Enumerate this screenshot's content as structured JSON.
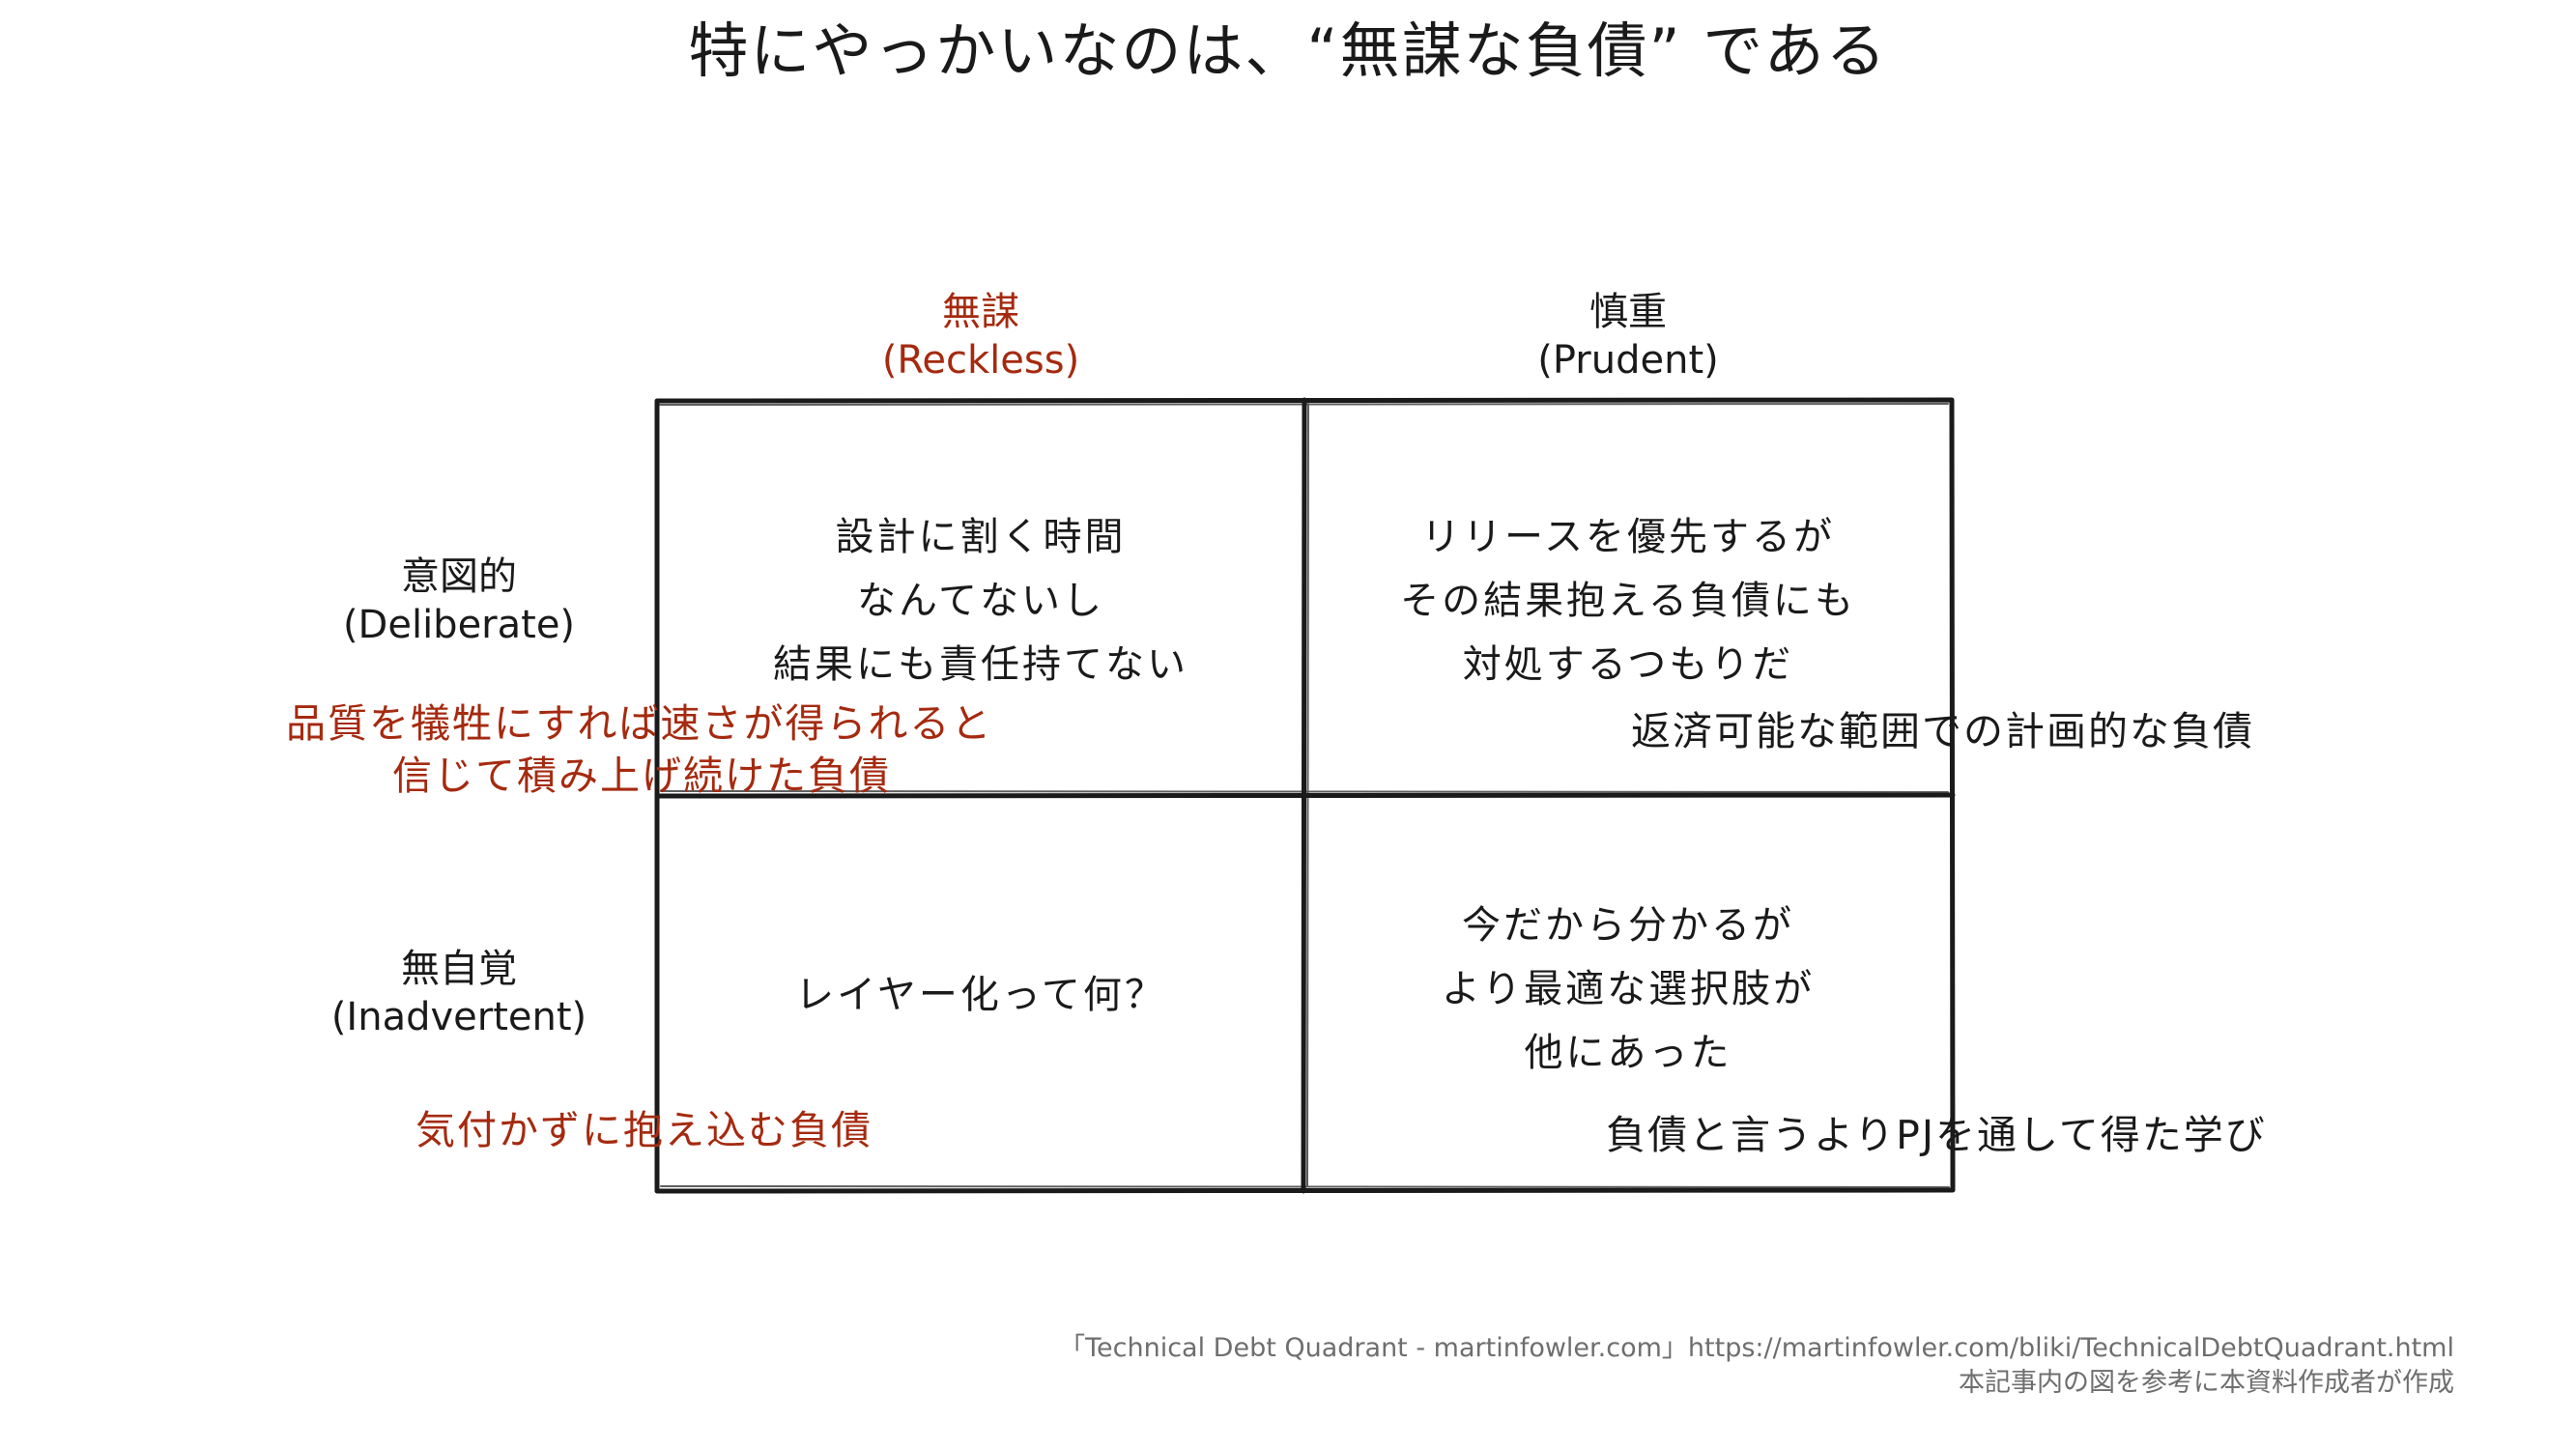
{
  "title": "特にやっかいなのは、“無謀な負債” である",
  "columns": {
    "reckless": {
      "label": "無謀",
      "sub": "(Reckless)",
      "color": "#a52a0f"
    },
    "prudent": {
      "label": "慎重",
      "sub": "(Prudent)"
    }
  },
  "rows": {
    "deliberate": {
      "label": "意図的",
      "sub": "(Deliberate)"
    },
    "inadvertent": {
      "label": "無自覚",
      "sub": "(Inadvertent)"
    }
  },
  "cells": {
    "deliberate_reckless": [
      "設計に割く時間",
      "なんてないし",
      "結果にも責任持てない"
    ],
    "deliberate_prudent": [
      "リリースを優先するが",
      "その結果抱える負債にも",
      "対処するつもりだ"
    ],
    "inadvertent_reckless": [
      "レイヤー化って何？"
    ],
    "inadvertent_prudent": [
      "今だから分かるが",
      "より最適な選択肢が",
      "他にあった"
    ]
  },
  "annotations": {
    "deliberate_reckless": [
      "品質を犠牲にすれば速さが得られると",
      "信じて積み上げ続けた負債"
    ],
    "deliberate_prudent": [
      "返済可能な範囲での計画的な負債"
    ],
    "inadvertent_reckless": [
      "気付かずに抱え込む負債"
    ],
    "inadvertent_prudent": [
      "負債と言うよりPJを通して得た学び"
    ]
  },
  "footer": {
    "source": "「Technical Debt Quadrant - martinfowler.com」https://martinfowler.com/bliki/TechnicalDebtQuadrant.html",
    "note": "本記事内の図を参考に本資料作成者が作成"
  },
  "colors": {
    "accent_red": "#a52a0f",
    "text": "#1a1a1a",
    "footer": "#6e6e6e"
  }
}
